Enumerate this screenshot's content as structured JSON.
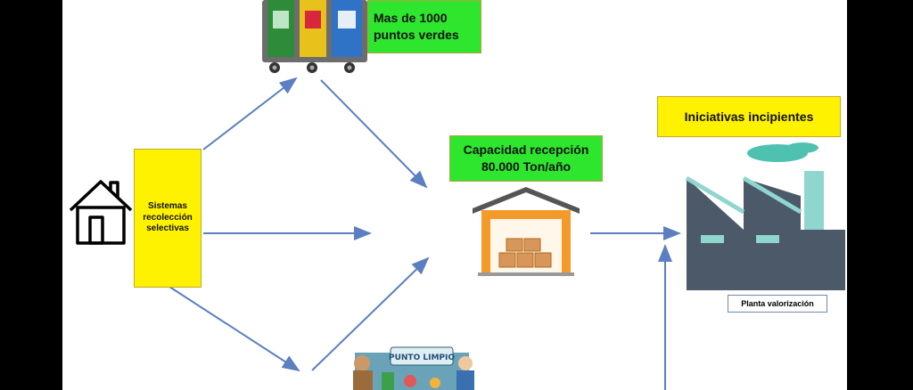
{
  "boxes": {
    "puntos_verdes": "Mas de 1000\npuntos verdes",
    "capacidad": "Capacidad recepción\n80.000 Ton/año",
    "iniciativas": "Iniciativas incipientes",
    "sistemas": "Sistemas\nrecolección\nselectivas",
    "planta": "Planta valorización"
  },
  "illustrations": {
    "house": "house-icon",
    "recycling_bins": "recycling-bins-icon",
    "warehouse": "warehouse-icon",
    "factory": "factory-icon",
    "punto_limpio": "PUNTO LIMPIO"
  },
  "colors": {
    "green_box": "#2ee62e",
    "yellow_box": "#fff200",
    "arrow": "#5b7fc0"
  }
}
